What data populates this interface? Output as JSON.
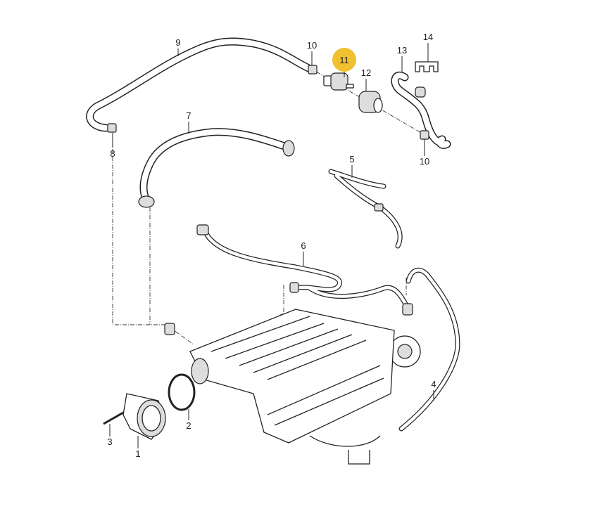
{
  "diagram": {
    "highlight_color": "#f0c030",
    "callouts": [
      {
        "id": "9",
        "text": "9"
      },
      {
        "id": "10a",
        "text": "10"
      },
      {
        "id": "11",
        "text": "11",
        "highlighted": true
      },
      {
        "id": "12",
        "text": "12"
      },
      {
        "id": "13",
        "text": "13"
      },
      {
        "id": "14",
        "text": "14"
      },
      {
        "id": "8",
        "text": "8"
      },
      {
        "id": "7",
        "text": "7"
      },
      {
        "id": "10b",
        "text": "10"
      },
      {
        "id": "5",
        "text": "5"
      },
      {
        "id": "6",
        "text": "6"
      },
      {
        "id": "4",
        "text": "4"
      },
      {
        "id": "2",
        "text": "2"
      },
      {
        "id": "3",
        "text": "3"
      },
      {
        "id": "1",
        "text": "1"
      }
    ]
  }
}
